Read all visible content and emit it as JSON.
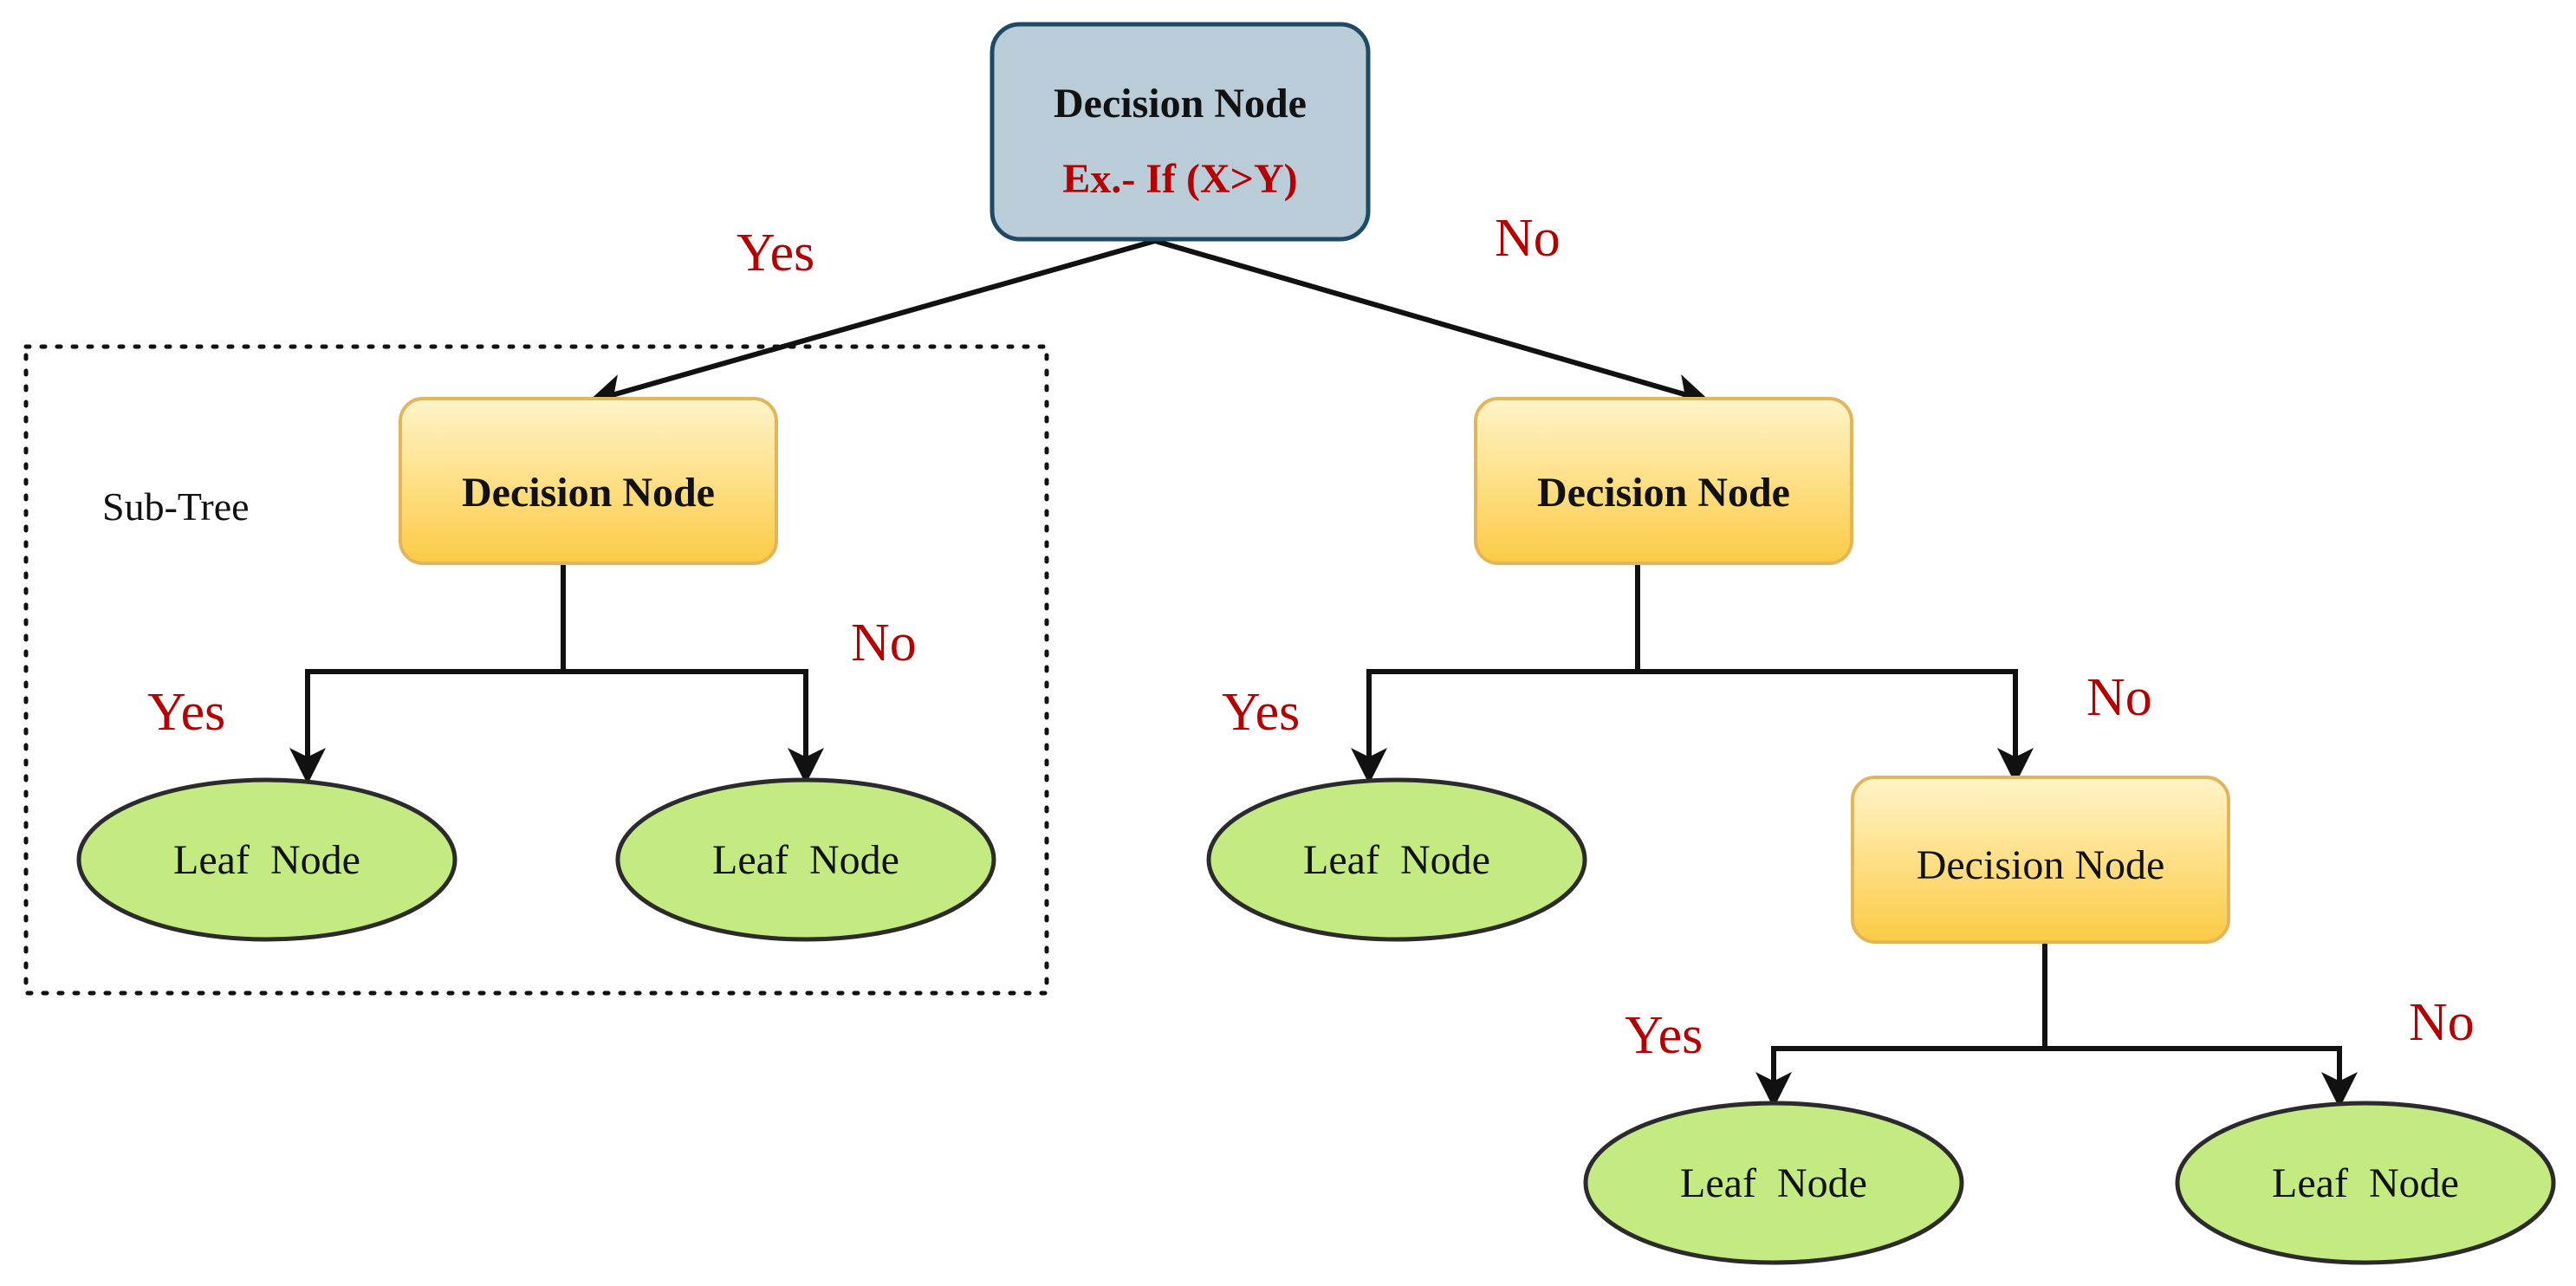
{
  "colors": {
    "root_fill": "#b9ccd8",
    "root_stroke": "#1f4a66",
    "decision_fill_top": "#fff3c4",
    "decision_fill_bottom": "#fccd4c",
    "decision_stroke": "#e3b55a",
    "leaf_fill": "#c4ea82",
    "leaf_stroke": "#2b2b2b",
    "edge": "#111111",
    "label_red": "#b40000"
  },
  "root": {
    "title": "Decision Node",
    "condition": "Ex.- If (X>Y)"
  },
  "edges": {
    "root_yes": "Yes",
    "root_no": "No",
    "left_yes": "Yes",
    "left_no": "No",
    "right_yes": "Yes",
    "right_no": "No",
    "lower_yes": "Yes",
    "lower_no": "No"
  },
  "subtree": {
    "label": "Sub-Tree"
  },
  "nodes": {
    "left_decision": "Decision Node",
    "right_decision": "Decision Node",
    "lower_decision": "Decision Node",
    "leaf_1": "Leaf  Node",
    "leaf_2": "Leaf  Node",
    "leaf_3": "Leaf  Node",
    "leaf_4": "Leaf  Node",
    "leaf_5": "Leaf  Node"
  }
}
